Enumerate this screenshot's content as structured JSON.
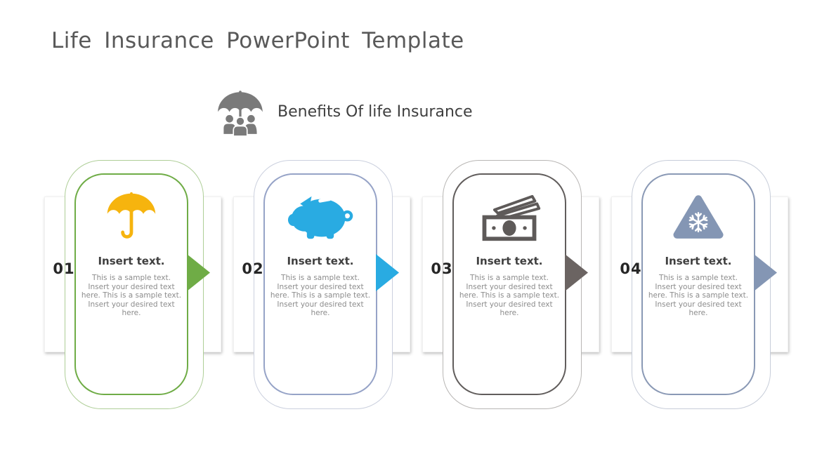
{
  "slide": {
    "title": "Life Insurance PowerPoint Template"
  },
  "header": {
    "label": "Benefits Of life Insurance",
    "icon": "umbrella-family",
    "icon_color": "#7a7a7a",
    "label_color": "#3f3f3f"
  },
  "cards": [
    {
      "number": "01",
      "title": "Insert text.",
      "body_lines": [
        "This is a sample text.",
        "Insert your desired text",
        "here. This is a sample text.",
        "Insert your desired text",
        "here."
      ],
      "icon": "umbrella",
      "icon_color": "#F6B40E",
      "theme_color": "#6FAC46",
      "outer_border_color": "#AECE97",
      "arrow_color": "#6FAC46"
    },
    {
      "number": "02",
      "title": "Insert text.",
      "body_lines": [
        "This is a sample text.",
        "Insert your desired text",
        "here. This is a sample text.",
        "Insert your desired text",
        "here."
      ],
      "icon": "piggy-bank",
      "icon_color": "#29ABE2",
      "theme_color": "#96A3C7",
      "outer_border_color": "#CBD0DE",
      "arrow_color": "#29ABE2"
    },
    {
      "number": "03",
      "title": "Insert text.",
      "body_lines": [
        "This is a sample text.",
        "Insert your desired text",
        "here. This is a sample text.",
        "Insert your desired text",
        "here."
      ],
      "icon": "banknotes",
      "icon_color": "#5E5A59",
      "theme_color": "#615D5C",
      "outer_border_color": "#B8B6B4",
      "arrow_color": "#6B6462"
    },
    {
      "number": "04",
      "title": "Insert text.",
      "body_lines": [
        "This is a sample text.",
        "Insert your desired text",
        "here. This is a sample text.",
        "Insert your desired text",
        "here."
      ],
      "icon": "snowflake-triangle",
      "icon_color": "#8496B4",
      "theme_color": "#8A99B5",
      "outer_border_color": "#C7CDD9",
      "arrow_color": "#8496B4"
    }
  ]
}
